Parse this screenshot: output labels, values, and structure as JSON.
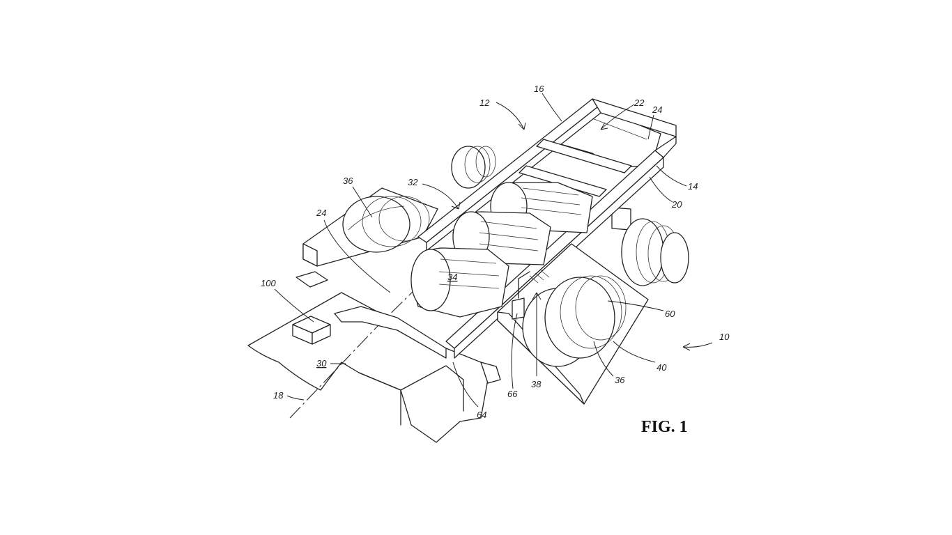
{
  "figure": {
    "caption": "FIG. 1",
    "labels": {
      "r10": "10",
      "r12": "12",
      "r14": "14",
      "r16": "16",
      "r18": "18",
      "r20": "20",
      "r22": "22",
      "r24a": "24",
      "r24b": "24",
      "r30": "30",
      "r32": "32",
      "r34": "34",
      "r36a": "36",
      "r36b": "36",
      "r38": "38",
      "r40": "40",
      "r60": "60",
      "r64": "64",
      "r66": "66",
      "r100": "100"
    }
  }
}
